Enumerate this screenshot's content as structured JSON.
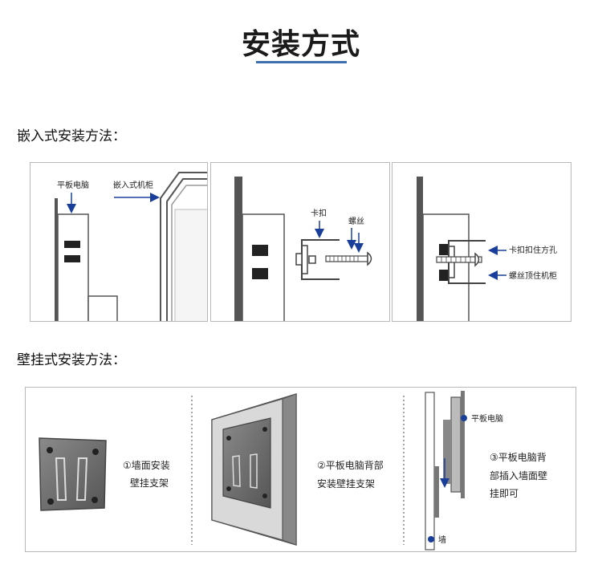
{
  "page": {
    "title": "安装方式"
  },
  "embed": {
    "heading": "嵌入式安装方法：",
    "panel1": {
      "label_tablet": "平板电脑",
      "label_cabinet": "嵌入式机柜"
    },
    "panel2": {
      "label_clip": "卡扣",
      "label_screw": "螺丝"
    },
    "panel3": {
      "label_clip_hole": "卡扣扣住方孔",
      "label_screw_cabinet": "螺丝顶住机柜"
    }
  },
  "wallmount": {
    "heading": "壁挂式安装方法：",
    "step1": {
      "line1": "①墙面安装",
      "line2": "壁挂支架"
    },
    "step2": {
      "line1": "②平板电脑背部",
      "line2": "安装壁挂支架"
    },
    "step3": {
      "line1": "③平板电脑背",
      "line2": "部插入墙面壁",
      "line3": "挂即可",
      "label_tablet": "平板电脑",
      "label_wall": "墙"
    }
  },
  "colors": {
    "accent": "#3f6fb0",
    "arrow": "#1a3f9a",
    "dark": "#444444"
  }
}
